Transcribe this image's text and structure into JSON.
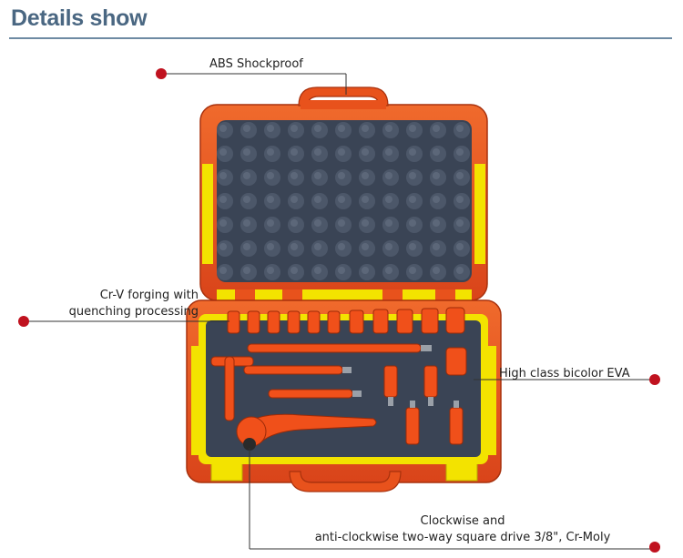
{
  "header": {
    "title": "Details show"
  },
  "callouts": {
    "abs": {
      "text": "ABS Shockproof"
    },
    "crv": {
      "line1": "Cr-V forging with",
      "line2": "quenching processing"
    },
    "eva": {
      "text": "High class bicolor EVA"
    },
    "drive": {
      "line1": "Clockwise and",
      "line2": "anti-clockwise two-way square drive 3/8\", Cr-Moly"
    }
  },
  "colors": {
    "heading": "#4a6782",
    "rule": "#6e8aa3",
    "case_orange": "#e8521c",
    "case_yellow": "#f3e300",
    "foam": "#3a4455",
    "tool_orange": "#f0501a",
    "callout_dot": "#c0121f",
    "callout_line": "#333333"
  }
}
